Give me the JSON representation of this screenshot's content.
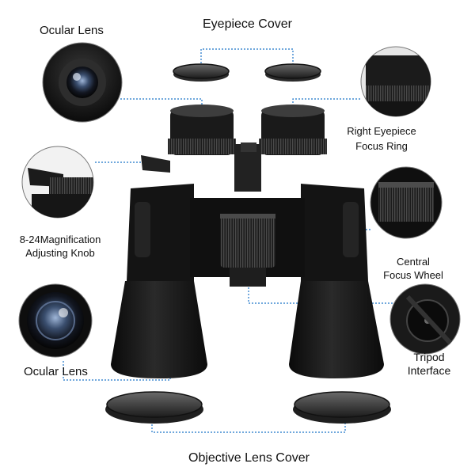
{
  "labels": {
    "eyepiece_cover": "Eyepiece Cover",
    "ocular_lens_top": "Ocular Lens",
    "right_eyepiece_focus_ring_line1": "Right Eyepiece",
    "right_eyepiece_focus_ring_line2": "Focus Ring",
    "magnification_knob_line1": "8-24Magnification",
    "magnification_knob_line2": "Adjusting Knob",
    "central_focus_wheel_line1": "Central",
    "central_focus_wheel_line2": "Focus Wheel",
    "ocular_lens_bottom": "Ocular Lens",
    "tripod_interface_line1": "Tripod",
    "tripod_interface_line2": "Interface",
    "objective_lens_cover": "Objective Lens Cover"
  },
  "colors": {
    "leader_line": "#1a73c8",
    "body": "#141414",
    "background": "#ffffff"
  }
}
